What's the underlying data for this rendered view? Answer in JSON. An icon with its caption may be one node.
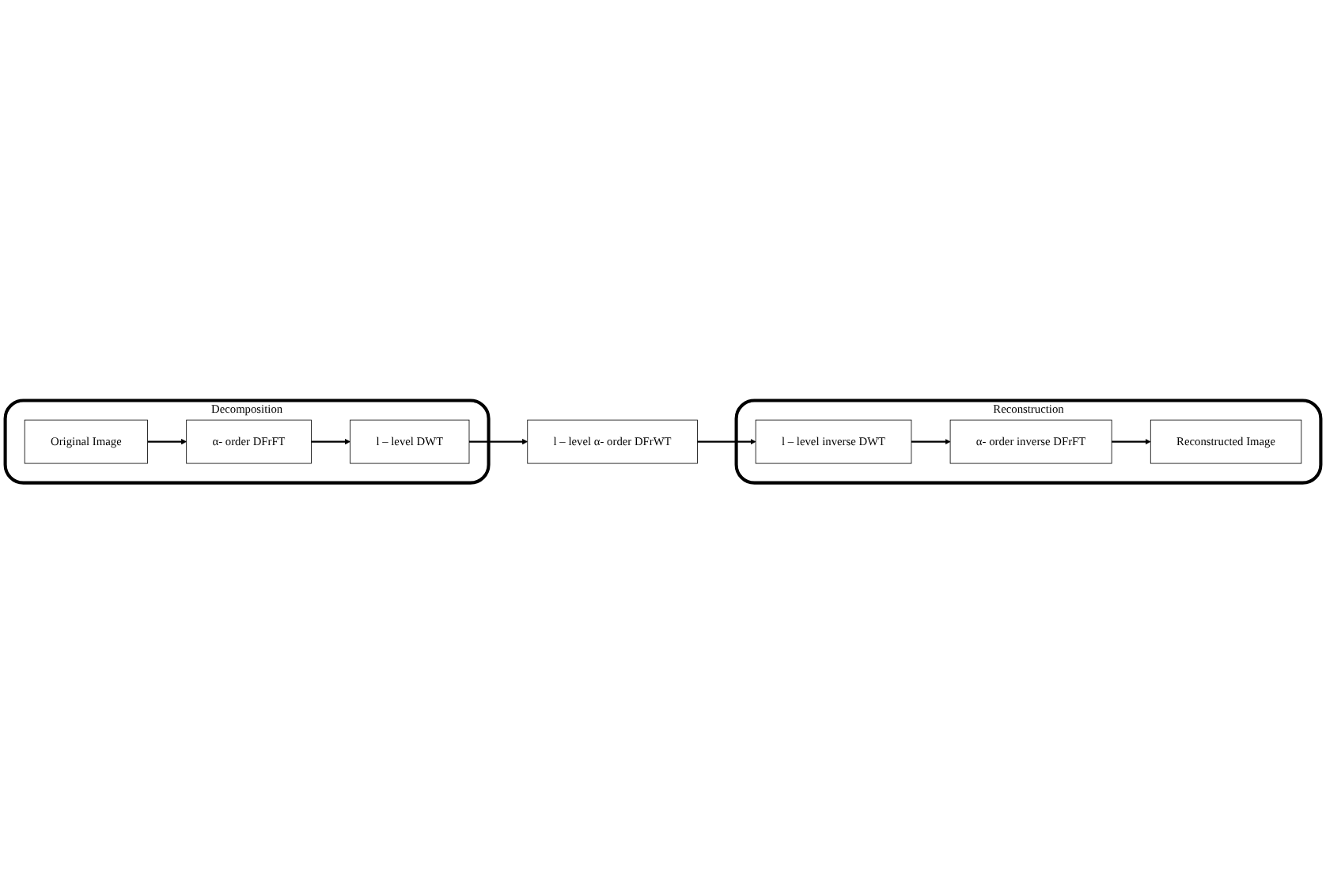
{
  "diagram": {
    "nodes": [
      {
        "text": [
          "Decomposition"
        ]
      },
      {
        "text": [
          "Original Image"
        ],
        "in": 0
      },
      {
        "text": [
          "α- order DFrFT"
        ],
        "in": 0
      },
      {
        "text": [
          "l – level DWT"
        ],
        "in": 0
      },
      {
        "text": [
          "l – level α- order DFrWT"
        ]
      },
      {
        "text": [
          "Reconstruction"
        ]
      },
      {
        "text": [
          "l – level inverse DWT"
        ],
        "in": 5
      },
      {
        "text": [
          "α- order inverse DFrFT"
        ],
        "in": 5
      },
      {
        "text": [
          "Reconstructed Image"
        ],
        "in": 5
      }
    ],
    "edges": [
      {
        "from": 1,
        "to": 2,
        "arrow": "to"
      },
      {
        "from": 2,
        "to": 3,
        "arrow": "to"
      },
      {
        "from": 3,
        "to": 4,
        "arrow": "to"
      },
      {
        "from": 4,
        "to": 6,
        "arrow": "to"
      },
      {
        "from": 6,
        "to": 7,
        "arrow": "to"
      },
      {
        "from": 7,
        "to": 8,
        "arrow": "to"
      }
    ]
  }
}
